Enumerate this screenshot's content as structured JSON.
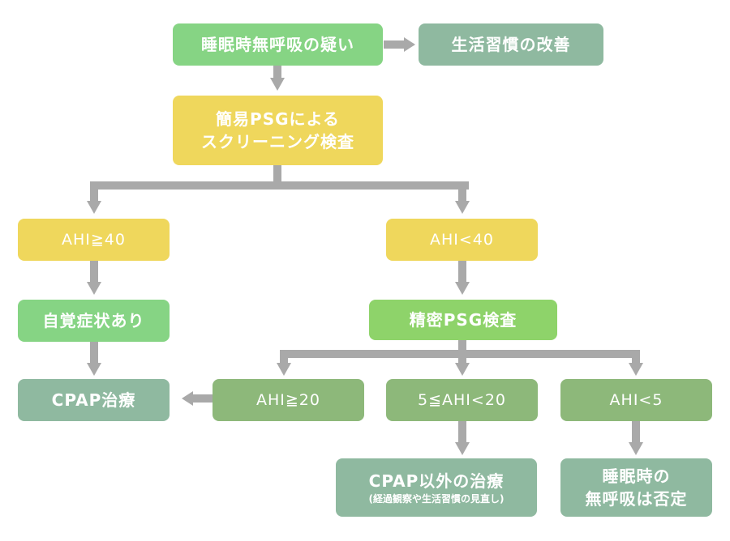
{
  "colors": {
    "bright_green": "#86d484",
    "mid_green": "#8ed36a",
    "olive_green": "#8db87a",
    "sage": "#8fb9a0",
    "yellow": "#efd75c",
    "arrow": "#a9a9a9",
    "text": "#ffffff"
  },
  "nodes": {
    "suspicion": {
      "label": "睡眠時無呼吸の疑い"
    },
    "lifestyle": {
      "label": "生活習慣の改善"
    },
    "screening": {
      "line1": "簡易PSGによる",
      "line2": "スクリーニング検査"
    },
    "ahi_ge40": {
      "label": "AHI≧40"
    },
    "ahi_lt40": {
      "label": "AHI<40"
    },
    "symptom": {
      "label": "自覚症状あり"
    },
    "precise_psg": {
      "label": "精密PSG検査"
    },
    "cpap": {
      "label": "CPAP治療"
    },
    "ahi_ge20": {
      "label": "AHI≧20"
    },
    "ahi_5_20": {
      "label": "5≦AHI<20"
    },
    "ahi_lt5": {
      "label": "AHI<5"
    },
    "non_cpap": {
      "label": "CPAP以外の治療",
      "note": "(経過観察や生活習慣の見直し)"
    },
    "denied": {
      "line1": "睡眠時の",
      "line2": "無呼吸は否定"
    }
  }
}
